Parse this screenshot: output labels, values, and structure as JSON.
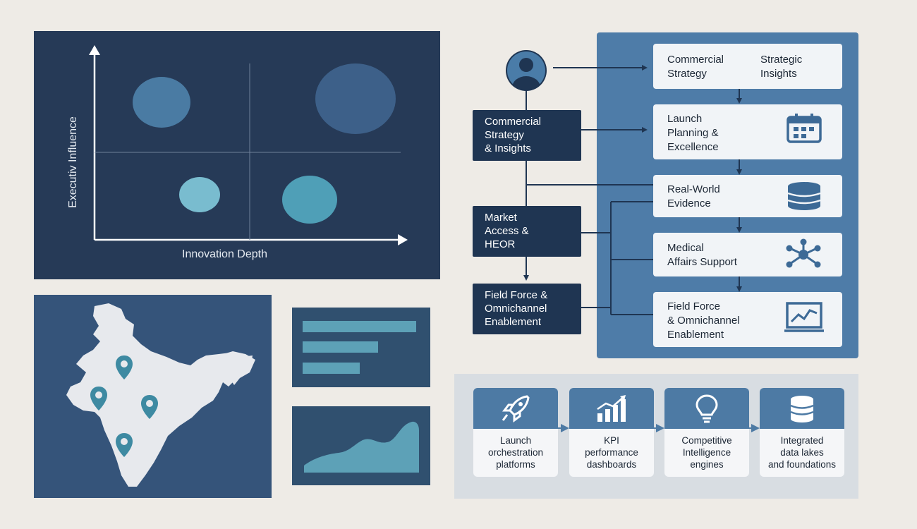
{
  "quadrant": {
    "x_axis_label": "Innovation Depth",
    "y_axis_label": "Executiv Influence"
  },
  "flow": {
    "left_boxes": [
      {
        "lines": [
          "Commercial",
          "Strategy",
          "& Insights"
        ]
      },
      {
        "lines": [
          "Market",
          "Access &",
          "HEOR"
        ]
      },
      {
        "lines": [
          "Field Force &",
          "Omnichannel",
          "Enablement"
        ]
      }
    ],
    "top_card": {
      "left_lines": [
        "Commercial",
        "Strategy"
      ],
      "right_lines": [
        "Strategic",
        "Insights"
      ]
    },
    "cards": [
      {
        "lines": [
          "Launch",
          "Planning &",
          "Excellence"
        ],
        "icon": "calendar-icon"
      },
      {
        "lines": [
          "Real-World",
          "Evidence"
        ],
        "icon": "database-icon"
      },
      {
        "lines": [
          "Medical",
          "Affairs Support"
        ],
        "icon": "network-icon"
      },
      {
        "lines": [
          "Field Force",
          "& Omnichannel",
          "Enablement"
        ],
        "icon": "line-chart-icon"
      }
    ]
  },
  "tiles": [
    {
      "lines": [
        "Launch",
        "orchestration",
        "platforms"
      ],
      "icon": "rocket-icon"
    },
    {
      "lines": [
        "KPI",
        "performance",
        "dashboards"
      ],
      "icon": "bar-chart-icon"
    },
    {
      "lines": [
        "Competitive",
        "Intelligence",
        "engines"
      ],
      "icon": "lightbulb-icon"
    },
    {
      "lines": [
        "Integrated",
        "data lakes",
        "and foundations"
      ],
      "icon": "database-icon"
    }
  ],
  "colors": {
    "navy": "#263a57",
    "panel_blue": "#4e7ca8",
    "teal": "#5da1b7",
    "dark_box": "#1f3552"
  }
}
